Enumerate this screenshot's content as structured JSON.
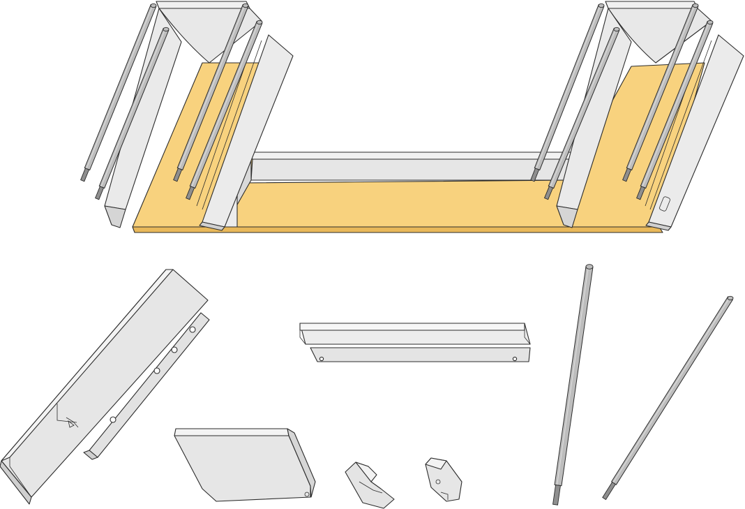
{
  "diagram": {
    "kind": "exploded-parts-drawing",
    "colors": {
      "background": "#ffffff",
      "base_plate": "#f8d27e",
      "base_plate_edge": "#e8b85a",
      "sheet_metal": "#e9e9e9",
      "sheet_metal_shade": "#d6d6d6",
      "rod": "#bdbdbd",
      "rod_dark": "#8f8f8f",
      "outline": "#2b2b2b"
    },
    "parts": [
      {
        "name": "base-plate",
        "icon": "base-plate-icon"
      },
      {
        "name": "left-side-column",
        "icon": "column-icon"
      },
      {
        "name": "right-side-column",
        "icon": "column-icon"
      },
      {
        "name": "cross-channel",
        "icon": "channel-icon"
      },
      {
        "name": "heating-rod",
        "icon": "rod-icon",
        "count_shown": 8
      },
      {
        "name": "side-rail",
        "icon": "rail-icon"
      },
      {
        "name": "mounting-bracket",
        "icon": "bracket-icon"
      },
      {
        "name": "end-cap-panel",
        "icon": "panel-icon"
      },
      {
        "name": "corner-clip",
        "icon": "clip-icon",
        "count_shown": 2
      },
      {
        "name": "loose-rod",
        "icon": "rod-icon",
        "count_shown": 2
      }
    ]
  }
}
